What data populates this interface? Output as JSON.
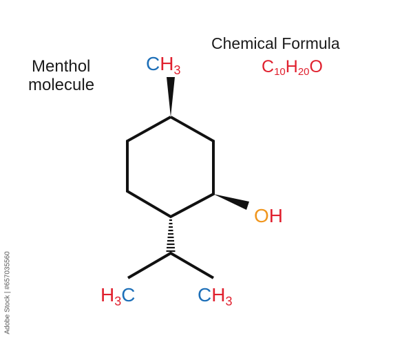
{
  "title": {
    "line1": "Menthol",
    "line2": "molecule"
  },
  "formula": {
    "label": "Chemical Formula",
    "c": "C",
    "c_count": "10",
    "h": "H",
    "h_count": "20",
    "o": "O",
    "full": "C10H20O"
  },
  "groups": {
    "top_methyl": {
      "c": "C",
      "h": "H",
      "count": "3"
    },
    "hydroxyl": {
      "o": "O",
      "h": "H"
    },
    "left_methyl": {
      "h": "H",
      "count": "3",
      "c": "C"
    },
    "right_methyl": {
      "c": "C",
      "h": "H",
      "count": "3"
    }
  },
  "colors": {
    "carbon": "#1d6fb8",
    "hydrogen": "#e0202e",
    "oxygen": "#f0961e",
    "formula": "#e0202e",
    "bonds": "#111111"
  },
  "watermark": {
    "text": "Adobe Stock | #657035560"
  }
}
